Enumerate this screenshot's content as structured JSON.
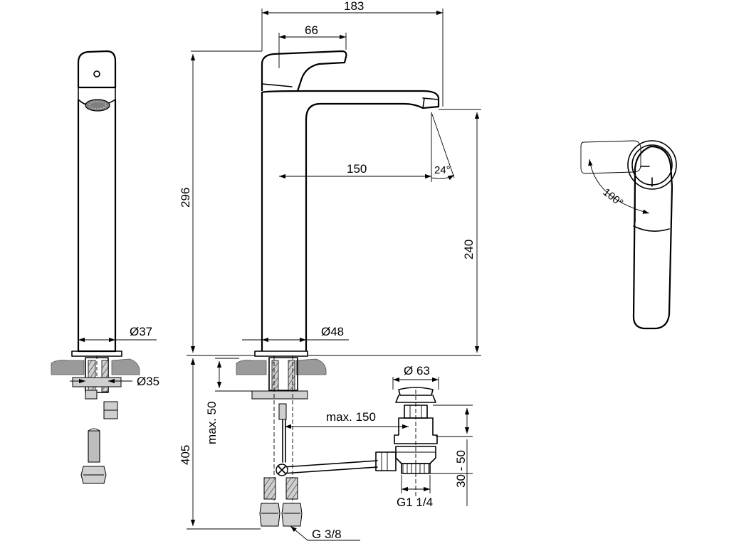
{
  "dimensions": {
    "overall_projection": "183",
    "lever_projection": "66",
    "overall_height": "296",
    "spout_reach": "150",
    "spray_angle": "24°",
    "spout_height": "240",
    "body_diameter_front": "Ø37",
    "base_diameter": "Ø48",
    "shank_diameter": "Ø35",
    "lever_rotation": "100°",
    "waste_diameter": "Ø 63",
    "deck_thickness": "max. 50",
    "rod_distance": "max. 150",
    "installation_depth": "405",
    "waste_adjust": "30 - 50",
    "waste_thread": "G1 1/4",
    "hose_thread": "G 3/8"
  }
}
